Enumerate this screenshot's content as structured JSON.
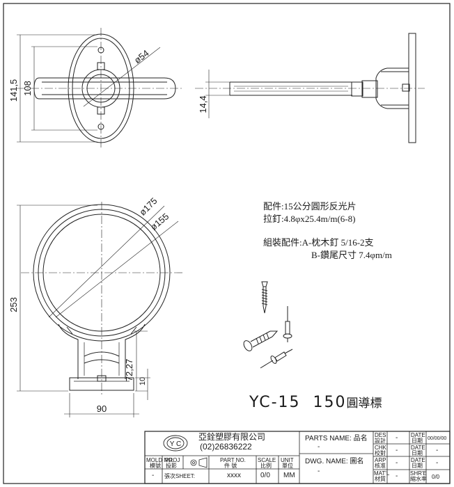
{
  "drawing_title": {
    "code": "YC-15",
    "size": "150",
    "name": "圓導標"
  },
  "notes": {
    "accessory": "配件:15公分圓形反光片",
    "rivet": "拉釘:4.8φx25.4m/m(6-8)",
    "assembly_label": "組裝配件:A-枕木釘 5/16-2支",
    "assembly_b": "B-鑽尾尺寸 7.4φm/m"
  },
  "dimensions": {
    "d_141_5": "141,5",
    "d_108": "108",
    "d_phi54": "ø54",
    "d_14_4": "14,4",
    "d_phi175": "ø175",
    "d_phi155": "ø155",
    "d_253": "253",
    "d_72_27": "72,27",
    "d_10": "10",
    "d_90": "90"
  },
  "title_block": {
    "company": "亞銓塑膠有限公司",
    "phone": "(02)26836222",
    "logo_text": "Y C",
    "mold_no": "MOLD NO.",
    "mold_no_cn": "模號",
    "proj": "PROJ",
    "proj_cn": "投影",
    "part_no": "PART NO.",
    "part_no_cn": "件  號",
    "scale": "SCALE",
    "scale_cn": "比例",
    "unit": "UNIT",
    "unit_cn": "單位",
    "dash": "-",
    "sheet": "張次SHEET:",
    "part_no_val": "xxxx",
    "scale_val": "0/0",
    "unit_val": "MM",
    "parts_name": "PARTS NAME:",
    "parts_name_cn": "品名",
    "dwg_name": "DWG. NAME:",
    "dwg_name_cn": "圖名",
    "des": "DES",
    "des_cn": "設計",
    "chk": "CHK",
    "chk_cn": "校對",
    "arp": "ARP",
    "arp_cn": "核准",
    "matl": "MAT'L",
    "matl_cn": "材質",
    "date": "DATE",
    "date_cn": "日期",
    "date_val": "00/00/00",
    "shr": "SHR'E",
    "shr_cn": "縮水率",
    "shr_val": "0/0"
  }
}
